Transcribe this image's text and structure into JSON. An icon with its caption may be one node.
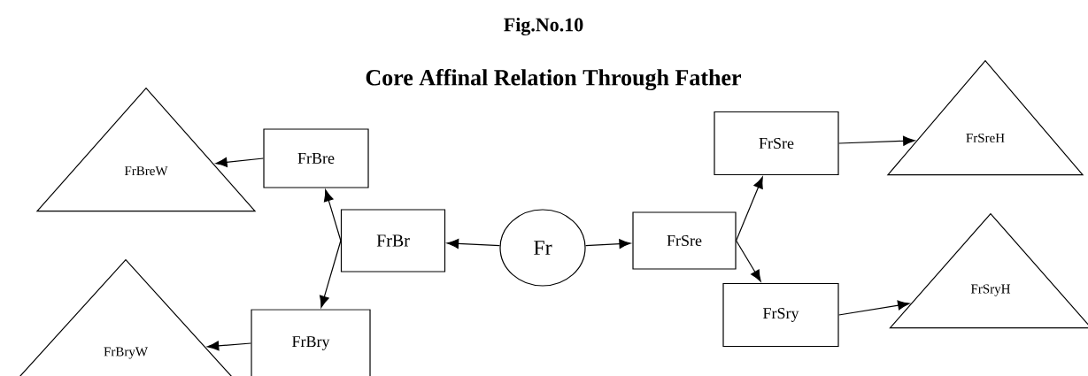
{
  "diagram": {
    "title": "Fig.No.10",
    "nodes": [
      {
        "text": [
          "FrBreW"
        ]
      },
      {
        "text": [
          "FrBre"
        ]
      },
      {
        "text": [
          "FrBr"
        ]
      },
      {
        "text": [
          "FrBryW"
        ]
      },
      {
        "text": [
          "FrBry"
        ]
      },
      {
        "text": [
          "Fr"
        ]
      },
      {
        "text": [
          "FrSre"
        ]
      },
      {
        "text": [
          "FrSre"
        ]
      },
      {
        "text": [
          "FrSry"
        ]
      },
      {
        "text": [
          "FrSreH"
        ]
      },
      {
        "text": [
          "FrSryH"
        ]
      }
    ],
    "edges": [
      {
        "from": 5,
        "to": 2,
        "arrow": "to"
      },
      {
        "from": 5,
        "to": 6,
        "arrow": "to"
      },
      {
        "from": 2,
        "to": 1,
        "arrow": "to"
      },
      {
        "from": 2,
        "to": 4,
        "arrow": "to"
      },
      {
        "from": 1,
        "to": 0,
        "arrow": "to"
      },
      {
        "from": 4,
        "to": 3,
        "arrow": "to"
      },
      {
        "from": 6,
        "to": 7,
        "arrow": "to"
      },
      {
        "from": 6,
        "to": 8,
        "arrow": "to"
      },
      {
        "from": 7,
        "to": 9,
        "arrow": "to"
      },
      {
        "from": 8,
        "to": 10,
        "arrow": "to"
      }
    ],
    "labels": [
      "Core Affinal Relation Through Father"
    ]
  }
}
